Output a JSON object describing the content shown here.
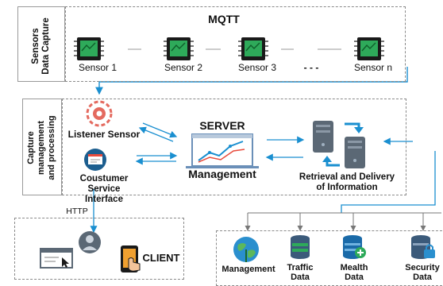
{
  "sections": {
    "data_capture": {
      "title": "Sensors\nData Capture"
    },
    "processing": {
      "title": "Capture\nmanagement\nand processing"
    }
  },
  "mqtt": {
    "label": "MQTT"
  },
  "sensors": [
    {
      "label": "Sensor 1"
    },
    {
      "label": "Sensor 2"
    },
    {
      "label": "Sensor 3"
    },
    {
      "label": "Sensor n"
    }
  ],
  "ellipsis": "- - -",
  "listener": {
    "label": "Listener Sensor"
  },
  "customer_service": {
    "label": "Coustumer Service\nInterface"
  },
  "server": {
    "title": "SERVER",
    "subtitle": "Management"
  },
  "retrieval": {
    "label": "Retrieval and Delivery\nof Information"
  },
  "http": {
    "label": "HTTP"
  },
  "client": {
    "label": "CLIENT"
  },
  "data_stores": [
    {
      "label": "Management",
      "icon": "globe-icon"
    },
    {
      "label": "Traffic\nData",
      "icon": "database-icon"
    },
    {
      "label": "Mealth\nData",
      "icon": "database-plus-icon"
    },
    {
      "label": "Security\nData",
      "icon": "database-lock-icon"
    }
  ],
  "colors": {
    "arrow": "#1a8fd0",
    "chip": "#1a1a1a",
    "chip_screen": "#2eaa5a"
  }
}
